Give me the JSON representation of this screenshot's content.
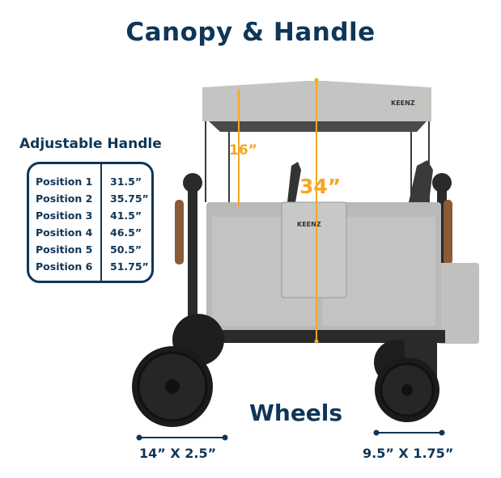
{
  "title": "Canopy & Handle",
  "handle": {
    "title": "Adjustable Handle",
    "rows": [
      {
        "position": "Position  1",
        "height": "31.5”"
      },
      {
        "position": "Position  2",
        "height": "35.75”"
      },
      {
        "position": "Position 3",
        "height": "41.5”"
      },
      {
        "position": "Position 4",
        "height": "46.5”"
      },
      {
        "position": "Position 5",
        "height": "50.5”"
      },
      {
        "position": "Position 6",
        "height": "51.75”"
      }
    ]
  },
  "dimensions": {
    "canopy_clearance": "16”",
    "total_height": "34”"
  },
  "wheels": {
    "title": "Wheels",
    "rear": "14” X 2.5”",
    "front": "9.5” X 1.75”"
  },
  "brand_logo": "KEENZ",
  "colors": {
    "navy": "#0f3658",
    "orange": "#f5a623",
    "fabric": "#b9b9b7",
    "frame": "#2a2a2a"
  }
}
